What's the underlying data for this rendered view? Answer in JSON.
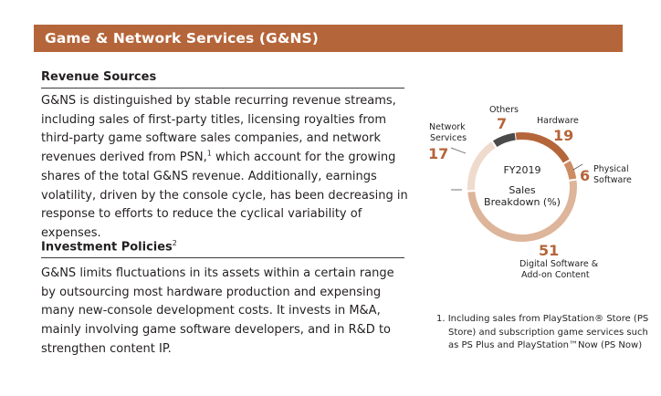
{
  "header": {
    "title": "Game & Network Services (G&NS)"
  },
  "revenue": {
    "heading": "Revenue Sources",
    "para_part1": "G&NS is distinguished by stable recurring revenue streams, including sales of first-party titles, licensing royalties from third-party game software sales companies, and network revenues derived from PSN,",
    "footnote_ref": "1",
    "para_part2": " which account for the growing shares of the total G&NS revenue. Additionally, earnings volatility, driven by the console cycle, has been decreasing in response to efforts to reduce the cyclical variability of expenses."
  },
  "investment": {
    "heading": "Investment Policies",
    "footnote_ref": "2",
    "paragraph": "G&NS limits fluctuations in its assets within a certain range by outsourcing most hardware production and expensing many new-console development costs. It invests in M&A, mainly involving game software developers, and in R&D to strengthen content IP."
  },
  "chart_data": {
    "type": "pie",
    "center_title": "FY2019",
    "center_subtitle_line1": "Sales",
    "center_subtitle_line2": "Breakdown (%)",
    "slices": [
      {
        "label_line1": "Hardware",
        "label_line2": "",
        "value": 19,
        "color": "#b5653a"
      },
      {
        "label_line1": "Physical",
        "label_line2": "Software",
        "value": 6,
        "color": "#cd8c63"
      },
      {
        "label_line1": "Digital Software &",
        "label_line2": "Add-on Content",
        "value": 51,
        "color": "#ddb59a"
      },
      {
        "label_line1": "Network",
        "label_line2": "Services",
        "value": 17,
        "color": "#efdbcd"
      },
      {
        "label_line1": "Others",
        "label_line2": "",
        "value": 7,
        "color": "#4a4a4a"
      }
    ]
  },
  "footnote": {
    "number": "1.",
    "text": "Including sales from PlayStation® Store (PS Store) and subscription game services such as PS Plus and PlayStation™Now (PS Now)"
  }
}
